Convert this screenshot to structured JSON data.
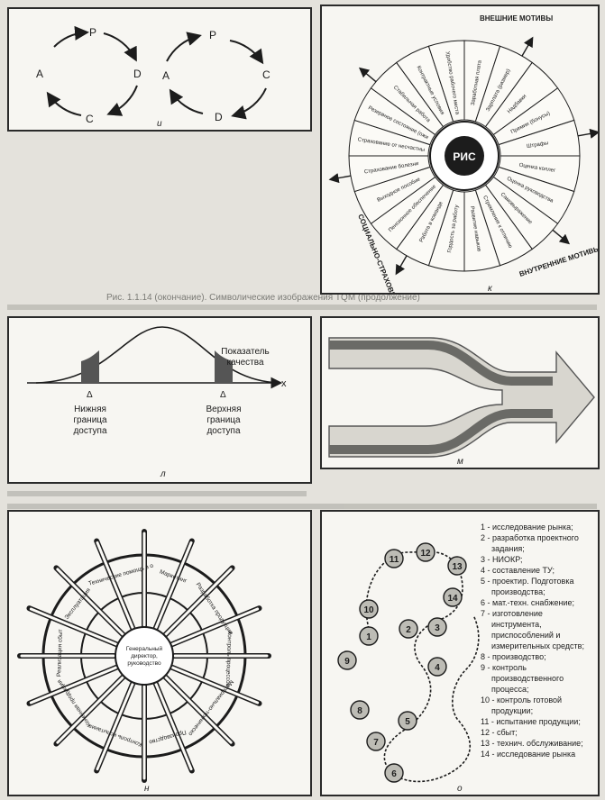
{
  "panel_i": {
    "cycle_left": {
      "top": "P",
      "right": "D",
      "bottom": "C",
      "left": "A"
    },
    "cycle_right": {
      "top": "P",
      "right": "C",
      "bottom": "D",
      "left": "A"
    },
    "caption": "и"
  },
  "panel_k": {
    "outer_title": "ВНЕШНИЕ МОТИВЫ",
    "bottom_right_title": "ВНУТРЕННИЕ МОТИВЫ",
    "left_bottom_title": "СОЦИАЛЬНО-СТРАХОВЫЕ МОТИВЫ",
    "center_logo": "РИС",
    "sectors": [
      "Заработная плата",
      "Зарплата (размер)",
      "Надбавки",
      "Премии (бонусы)",
      "Штрафы",
      "Оценка коллег",
      "Оценка руководства",
      "Самовыражение",
      "Стремление к отличию",
      "Развитие навыков",
      "Гордость за работу",
      "Работа в команде",
      "Пенсионное обеспечение",
      "Выходное пособие",
      "Страхование болезни",
      "Страхование от несчастных случаев",
      "Резервное состояние (ожидание работы)",
      "Стабильная работа",
      "Контрактные условия",
      "Удобство рабочего места"
    ],
    "caption": "к"
  },
  "top_text_line": "Рис. 1.1.14 (окончание). Символические изображения TQM (продолжение)",
  "panel_l": {
    "axis_x": "x",
    "quality_label": "Показатель\nкачества",
    "lower_label": "Нижняя\nграница\nдоступа",
    "upper_label": "Верхняя\nграница\nдоступа",
    "delta": "Δ",
    "caption": "л"
  },
  "panel_m": {
    "caption": "м"
  },
  "panel_n": {
    "hub": "Генеральный директор, руководство",
    "spokes": [
      "Маркетинг",
      "Разработка продукции",
      "Контроль процессов",
      "Материально-техническое снабжение",
      "Производство",
      "Контроль испытания",
      "Конечная продукция",
      "Реализация сбыт",
      "Эксплуатация",
      "Технические помощь в обслуживании и ремонте"
    ],
    "caption": "н"
  },
  "panel_o": {
    "stages": [
      "1 - исследование рынка;",
      "2 - разработка проектного задания;",
      "3 - НИОКР;",
      "4 - составление ТУ;",
      "5 - проектир. Подготовка производства;",
      "6 - мат.-техн. снабжение;",
      "7 - изготовление инструмента, приспособлений и измерительных средств;",
      "8 - производство;",
      "9 - контроль производственного процесса;",
      "10 - контроль готовой продукции;",
      "11 - испытание продукции;",
      "12 - сбыт;",
      "13 - технич. обслуживание;",
      "14 - исследование рынка"
    ],
    "numbers": [
      "1",
      "2",
      "3",
      "4",
      "5",
      "6",
      "7",
      "8",
      "9",
      "10",
      "11",
      "12",
      "13",
      "14"
    ],
    "caption": "о"
  }
}
